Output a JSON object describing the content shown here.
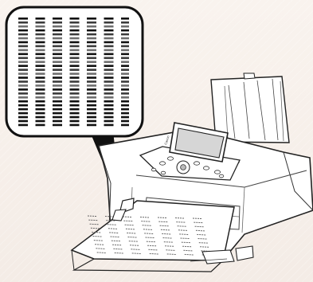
{
  "illustration": {
    "brand_text": "Canon",
    "subject": "printer-with-nozzle-check-pattern"
  },
  "pattern": {
    "columns": 7,
    "rows": 28
  }
}
